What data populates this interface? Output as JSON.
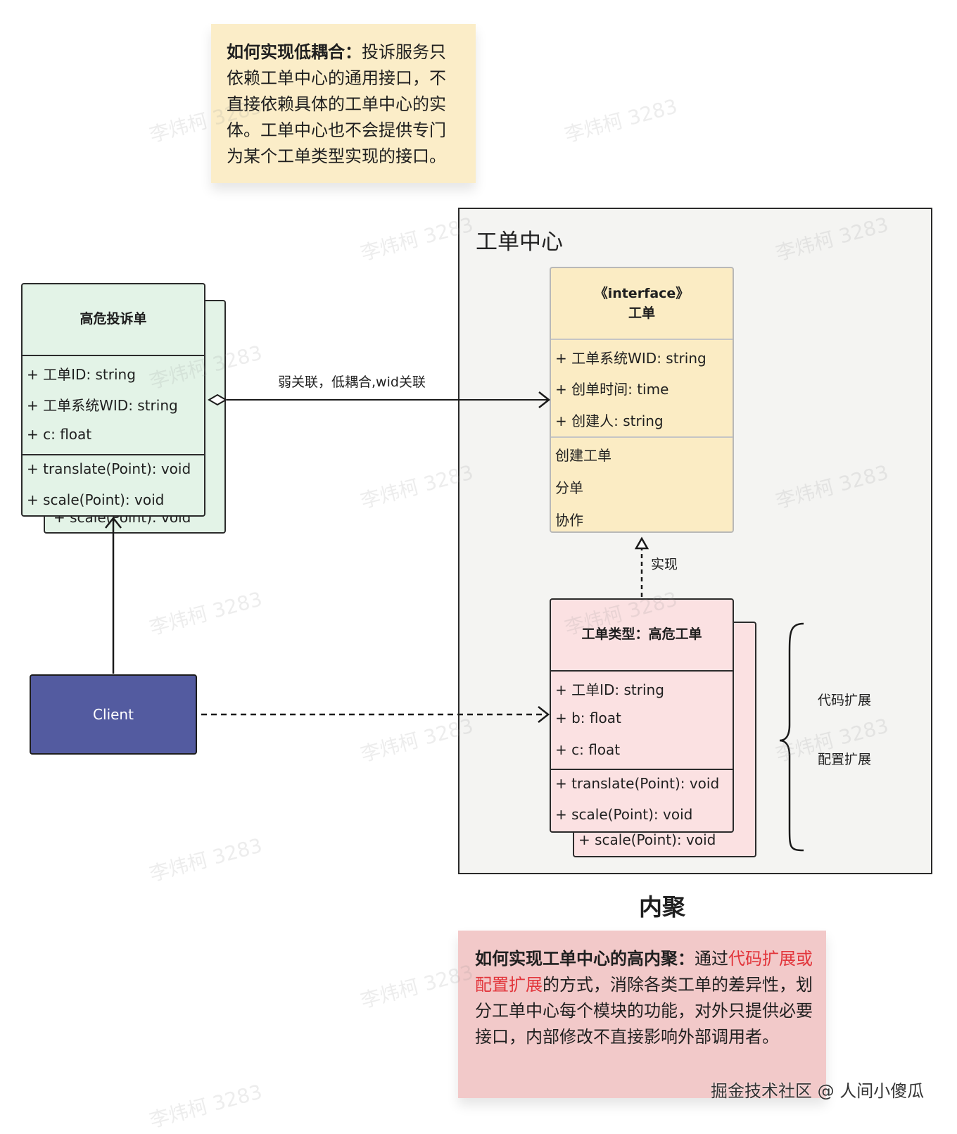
{
  "note_top": {
    "bold": "如何实现低耦合：",
    "text": "投诉服务只依赖工单中心的通用接口，不直接依赖具体的工单中心的实体。工单中心也不会提供专门为某个工单类型实现的接口。"
  },
  "high_risk_complaint": {
    "title": "高危投诉单",
    "attributes": [
      "+ 工单ID: string",
      "+ 工单系统WID: string",
      "+ c: float"
    ],
    "methods": [
      "+ translate(Point): void",
      "+ scale(Point): void"
    ],
    "back_row": "+ scale(Point): void"
  },
  "association_label": "弱关联，低耦合,wid关联",
  "client_label": "Client",
  "center_title": "工单中心",
  "interface_box": {
    "stereotype": "《interface》",
    "title": "工单",
    "attributes": [
      "+ 工单系统WID: string",
      "+ 创单时间: time",
      "+ 创建人: string"
    ],
    "operations": [
      "创建工单",
      "分单",
      "协作"
    ]
  },
  "realize_label": "实现",
  "ticket_type_box": {
    "title": "工单类型：高危工单",
    "attributes": [
      "+ 工单ID: string",
      "+ b: float",
      "+ c: float"
    ],
    "methods": [
      "+ translate(Point): void",
      "+ scale(Point): void"
    ],
    "back_row": "+ scale(Point): void"
  },
  "brace_labels": [
    "代码扩展",
    "配置扩展"
  ],
  "cohesion_title": "内聚",
  "note_bottom": {
    "bold": "如何实现工单中心的高内聚：",
    "text_a": "通过",
    "highlight": "代码扩展或配置扩展",
    "text_b": "的方式，消除各类工单的差异性，划分工单中心每个模块的功能，对外只提供必要接口，内部修改不直接影响外部调用者。"
  },
  "footer": "掘金技术社区 @ 人间小傻瓜",
  "watermark": "李炜柯 3283",
  "colors": {
    "green_box": "#e3f3e7",
    "yellow_box": "#fbecc4",
    "pink_box": "#fbe1e2",
    "client": "#535ba0",
    "note_yellow": "#fbedc8",
    "note_red": "#f2c9c9",
    "highlight": "#e2353b"
  }
}
